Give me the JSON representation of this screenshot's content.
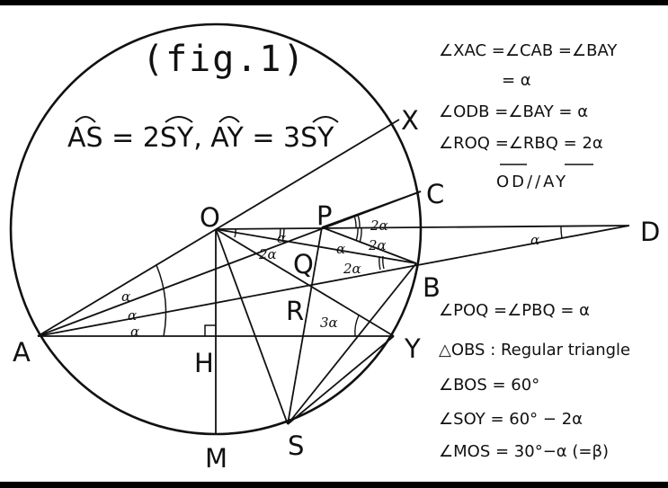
{
  "figure": {
    "title": "(fig.1)",
    "arc_relation": "AS = 2SY, AY = 3SY",
    "arc_relation_parts": [
      "AS",
      " = 2",
      "SY",
      ", ",
      "AY",
      " = 3",
      "SY"
    ]
  },
  "points": {
    "O": "O",
    "A": "A",
    "H": "H",
    "M": "M",
    "S": "S",
    "Y": "Y",
    "B": "B",
    "C": "C",
    "X": "X",
    "D": "D",
    "P": "P",
    "Q": "Q",
    "R": "R"
  },
  "angle_labels": {
    "a1": "α",
    "a2": "α",
    "a3": "α",
    "at_O_1": "α",
    "at_O_2": "2α",
    "at_P_1": "2α",
    "at_P_2": "2α",
    "at_P_3": "α",
    "at_B": "2α",
    "at_D": "α",
    "at_Y": "3α"
  },
  "notes_top": [
    "∠XAC =∠CAB =∠BAY",
    "= α",
    "∠ODB =∠BAY = α",
    "∠ROQ =∠RBQ = 2α",
    "OD//AY"
  ],
  "notes_bottom": [
    "∠POQ =∠PBQ = α",
    "△OBS : Regular triangle",
    "∠BOS = 60°",
    "∠SOY = 60° − 2α",
    "∠MOS = 30°−α (=β)"
  ]
}
